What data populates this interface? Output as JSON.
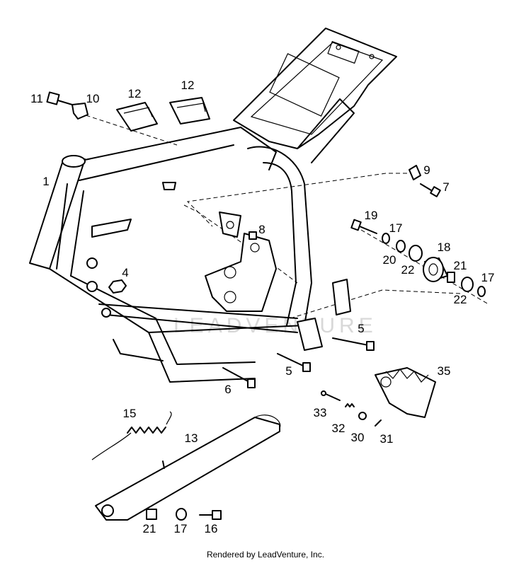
{
  "footer": "Rendered by LeadVenture, Inc.",
  "watermark": "LEADVENTURE",
  "callouts": [
    {
      "id": "c1",
      "text": "1"
    },
    {
      "id": "c4",
      "text": "4"
    },
    {
      "id": "c5a",
      "text": "5"
    },
    {
      "id": "c5b",
      "text": "5"
    },
    {
      "id": "c6",
      "text": "6"
    },
    {
      "id": "c7",
      "text": "7"
    },
    {
      "id": "c8",
      "text": "8"
    },
    {
      "id": "c9",
      "text": "9"
    },
    {
      "id": "c10",
      "text": "10"
    },
    {
      "id": "c11",
      "text": "11"
    },
    {
      "id": "c12a",
      "text": "12"
    },
    {
      "id": "c12b",
      "text": "12"
    },
    {
      "id": "c13",
      "text": "13"
    },
    {
      "id": "c15",
      "text": "15"
    },
    {
      "id": "c16",
      "text": "16"
    },
    {
      "id": "c17a",
      "text": "17"
    },
    {
      "id": "c17b",
      "text": "17"
    },
    {
      "id": "c17c",
      "text": "17"
    },
    {
      "id": "c18",
      "text": "18"
    },
    {
      "id": "c19",
      "text": "19"
    },
    {
      "id": "c20",
      "text": "20"
    },
    {
      "id": "c21a",
      "text": "21"
    },
    {
      "id": "c21b",
      "text": "21"
    },
    {
      "id": "c22a",
      "text": "22"
    },
    {
      "id": "c22b",
      "text": "22"
    },
    {
      "id": "c30",
      "text": "30"
    },
    {
      "id": "c31",
      "text": "31"
    },
    {
      "id": "c32",
      "text": "32"
    },
    {
      "id": "c33",
      "text": "33"
    },
    {
      "id": "c35",
      "text": "35"
    }
  ]
}
